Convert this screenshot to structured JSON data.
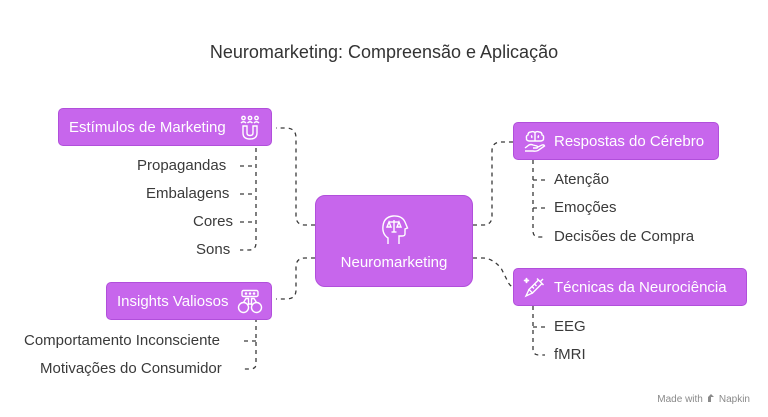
{
  "title": "Neuromarketing: Compreensão e Aplicação",
  "center": {
    "label": "Neuromarketing",
    "icon": "head-balance-icon"
  },
  "branches": {
    "stimuli": {
      "label": "Estímulos de Marketing",
      "icon": "magnet-people-icon",
      "items": [
        "Propagandas",
        "Embalagens",
        "Cores",
        "Sons"
      ]
    },
    "insights": {
      "label": "Insights Valiosos",
      "icon": "binoculars-icon",
      "items": [
        "Comportamento Inconsciente",
        "Motivações do Consumidor"
      ]
    },
    "responses": {
      "label": "Respostas do Cérebro",
      "icon": "brain-hand-icon",
      "items": [
        "Atenção",
        "Emoções",
        "Decisões de Compra"
      ]
    },
    "techniques": {
      "label": "Técnicas da Neurociência",
      "icon": "syringe-icon",
      "items": [
        "EEG",
        "fMRI"
      ]
    }
  },
  "watermark": {
    "prefix": "Made with",
    "brand": "Napkin"
  },
  "colors": {
    "node": "#c766ec",
    "node_border": "#b14fdb",
    "connector": "#3a3a3a"
  }
}
